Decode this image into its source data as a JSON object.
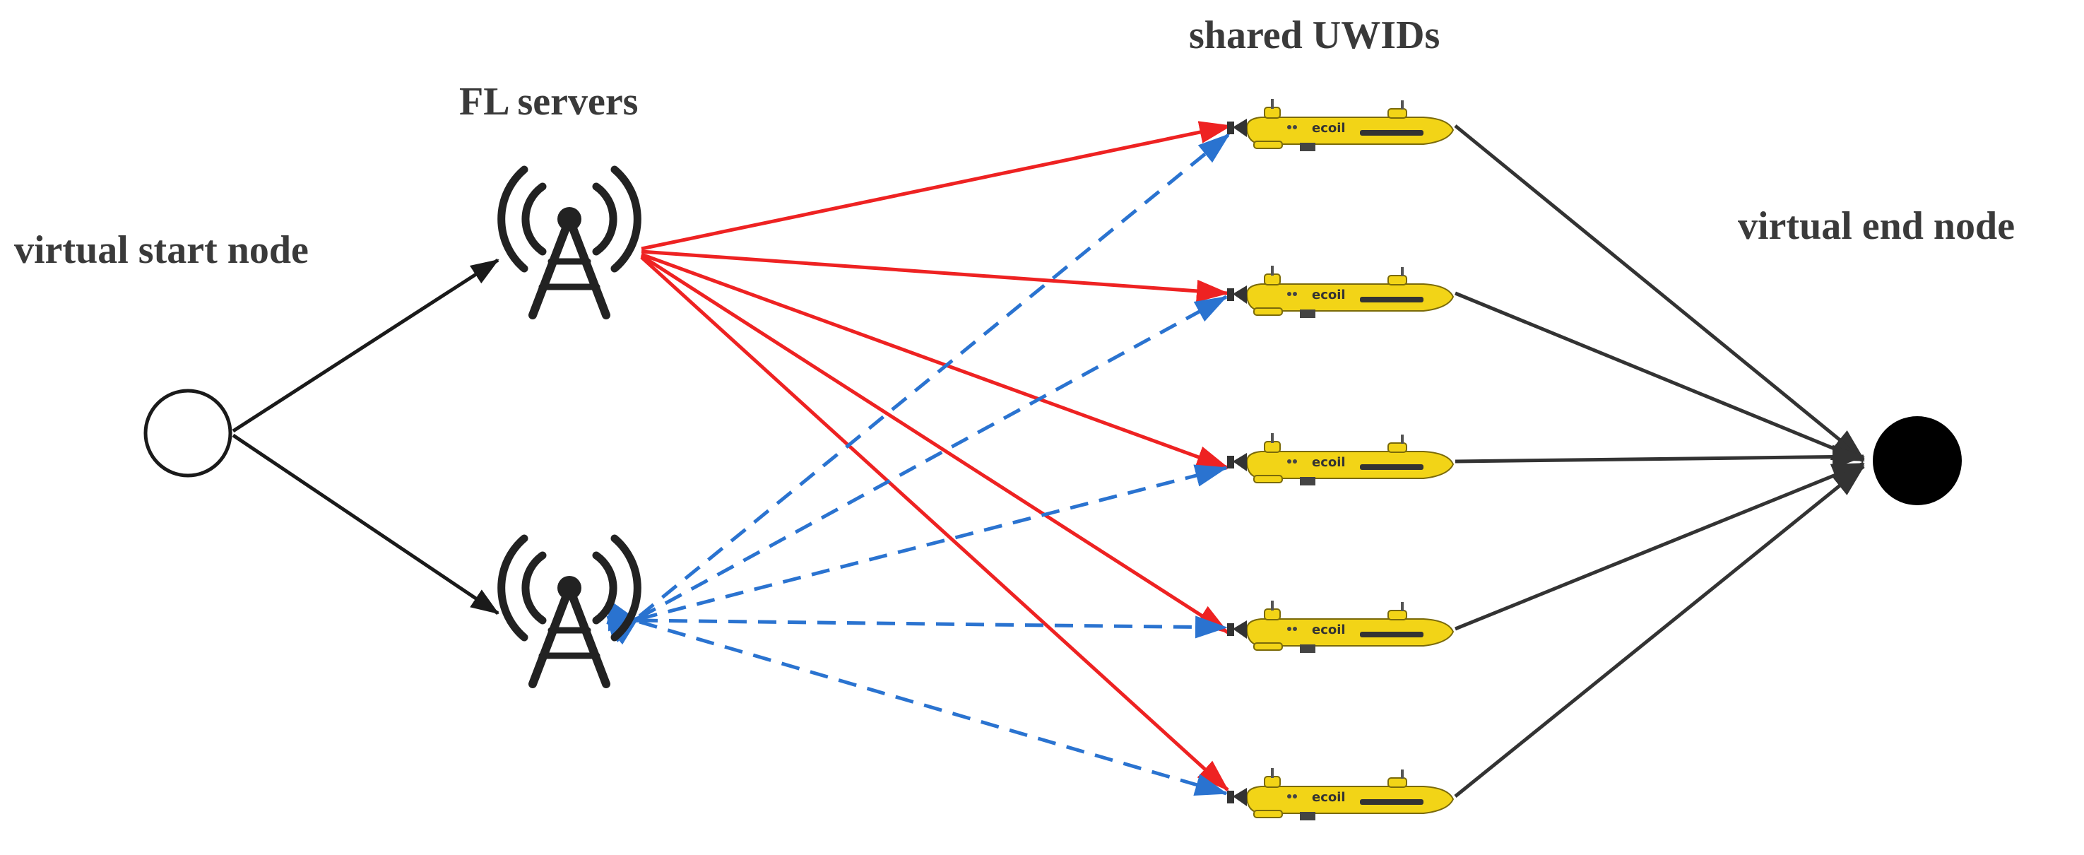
{
  "labels": {
    "start": "virtual start node",
    "servers": "FL servers",
    "uwids": "shared UWIDs",
    "end": "virtual end node"
  },
  "vehicle_text": "ecoil",
  "nodes": {
    "servers": [
      "server-1",
      "server-2"
    ],
    "vehicles": [
      "uwid-1",
      "uwid-2",
      "uwid-3",
      "uwid-4",
      "uwid-5"
    ]
  },
  "edge_styles": {
    "server1_to_uwid": "solid",
    "server2_to_uwid": "dashed"
  },
  "colors": {
    "server1_edges": "#ee2222",
    "server2_edges": "#2a73d0",
    "start_edges": "#1a1a1a",
    "end_edges": "#333333",
    "vehicle_body": "#f2d417",
    "tower": "#222222",
    "text": "#3a3a3a"
  }
}
